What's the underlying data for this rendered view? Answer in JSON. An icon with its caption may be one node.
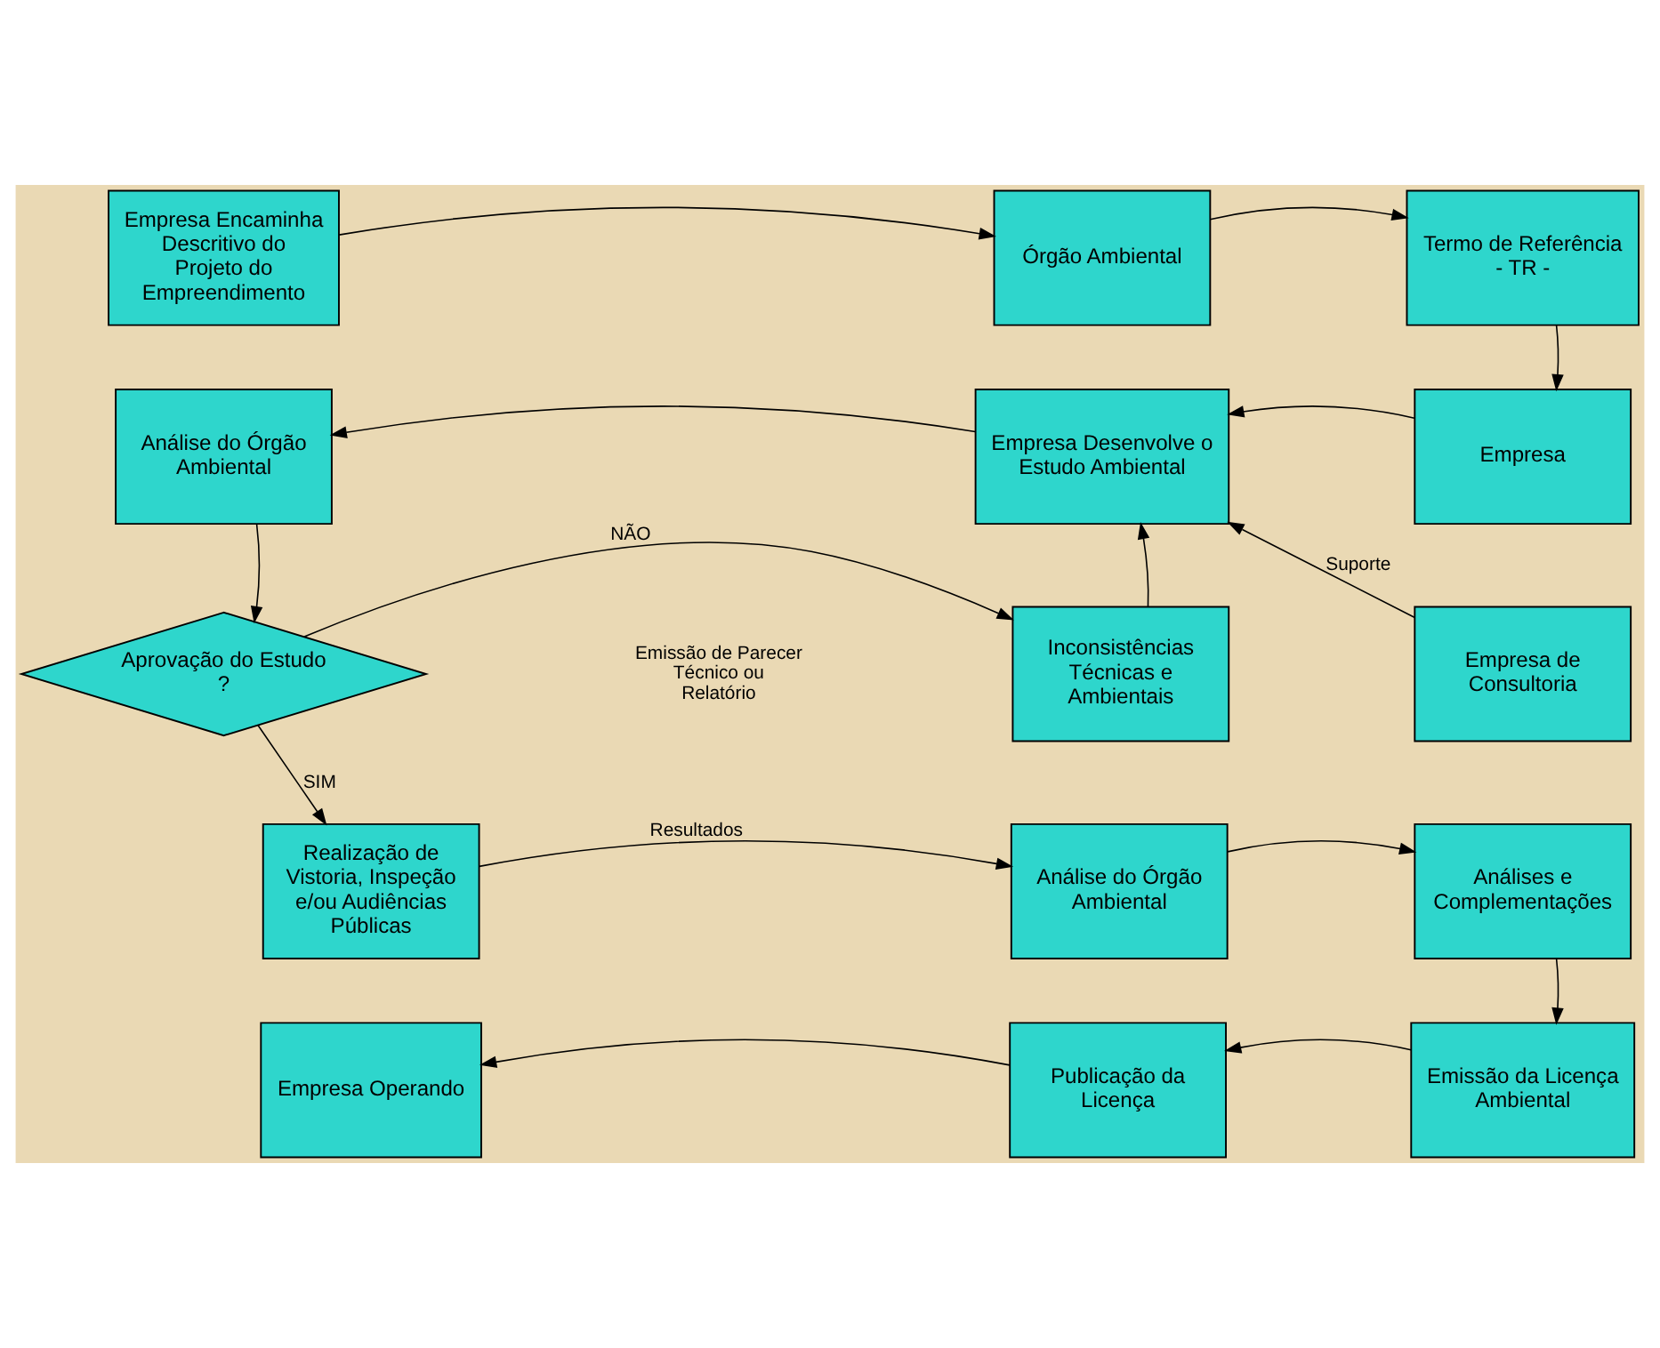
{
  "diagram": {
    "nodes": [
      {
        "text": [
          "Empresa Encaminha Descritivo do Projeto do Empreendimento"
        ]
      },
      {
        "text": [
          "Órgão Ambiental"
        ]
      },
      {
        "text": [
          "Termo de Referência - TR -"
        ]
      },
      {
        "text": [
          "Análise do Órgão Ambiental"
        ]
      },
      {
        "text": [
          "Empresa Desenvolve o Estudo Ambiental"
        ]
      },
      {
        "text": [
          "Empresa"
        ]
      },
      {
        "text": [
          "Aprovação do Estudo ?"
        ]
      },
      {
        "text": [
          "Inconsistências Técnicas e Ambientais"
        ]
      },
      {
        "text": [
          "Empresa de Consultoria"
        ]
      },
      {
        "text": [
          "Realização de Vistoria, Inspeção e/ou Audiências Públicas"
        ]
      },
      {
        "text": [
          "Análise do Órgão Ambiental"
        ]
      },
      {
        "text": [
          "Análises e Complementações"
        ]
      },
      {
        "text": [
          "Empresa Operando"
        ]
      },
      {
        "text": [
          "Publicação da Licença"
        ]
      },
      {
        "text": [
          "Emissão da Licença Ambiental"
        ]
      }
    ],
    "edges": [
      {
        "from": 0,
        "to": 1,
        "arrow": "to"
      },
      {
        "from": 1,
        "to": 2,
        "arrow": "to"
      },
      {
        "from": 2,
        "to": 5,
        "arrow": "to"
      },
      {
        "from": 5,
        "to": 4,
        "arrow": "to"
      },
      {
        "from": 4,
        "to": 3,
        "arrow": "to"
      },
      {
        "from": 3,
        "to": 6,
        "arrow": "to"
      },
      {
        "from": 6,
        "to": 7,
        "arrow": "to",
        "label": "NÃO"
      },
      {
        "from": 7,
        "to": 4,
        "arrow": "to"
      },
      {
        "from": 8,
        "to": 4,
        "arrow": "to",
        "label": "Suporte"
      },
      {
        "from": 6,
        "to": 9,
        "arrow": "to",
        "label": "SIM"
      },
      {
        "from": 9,
        "to": 10,
        "arrow": "to",
        "label": "Resultados"
      },
      {
        "from": 10,
        "to": 11,
        "arrow": "to"
      },
      {
        "from": 11,
        "to": 14,
        "arrow": "to"
      },
      {
        "from": 14,
        "to": 13,
        "arrow": "to"
      },
      {
        "from": 13,
        "to": 12,
        "arrow": "to"
      }
    ],
    "labels": [
      "Emissão de Parecer Técnico ou Relatório"
    ]
  }
}
